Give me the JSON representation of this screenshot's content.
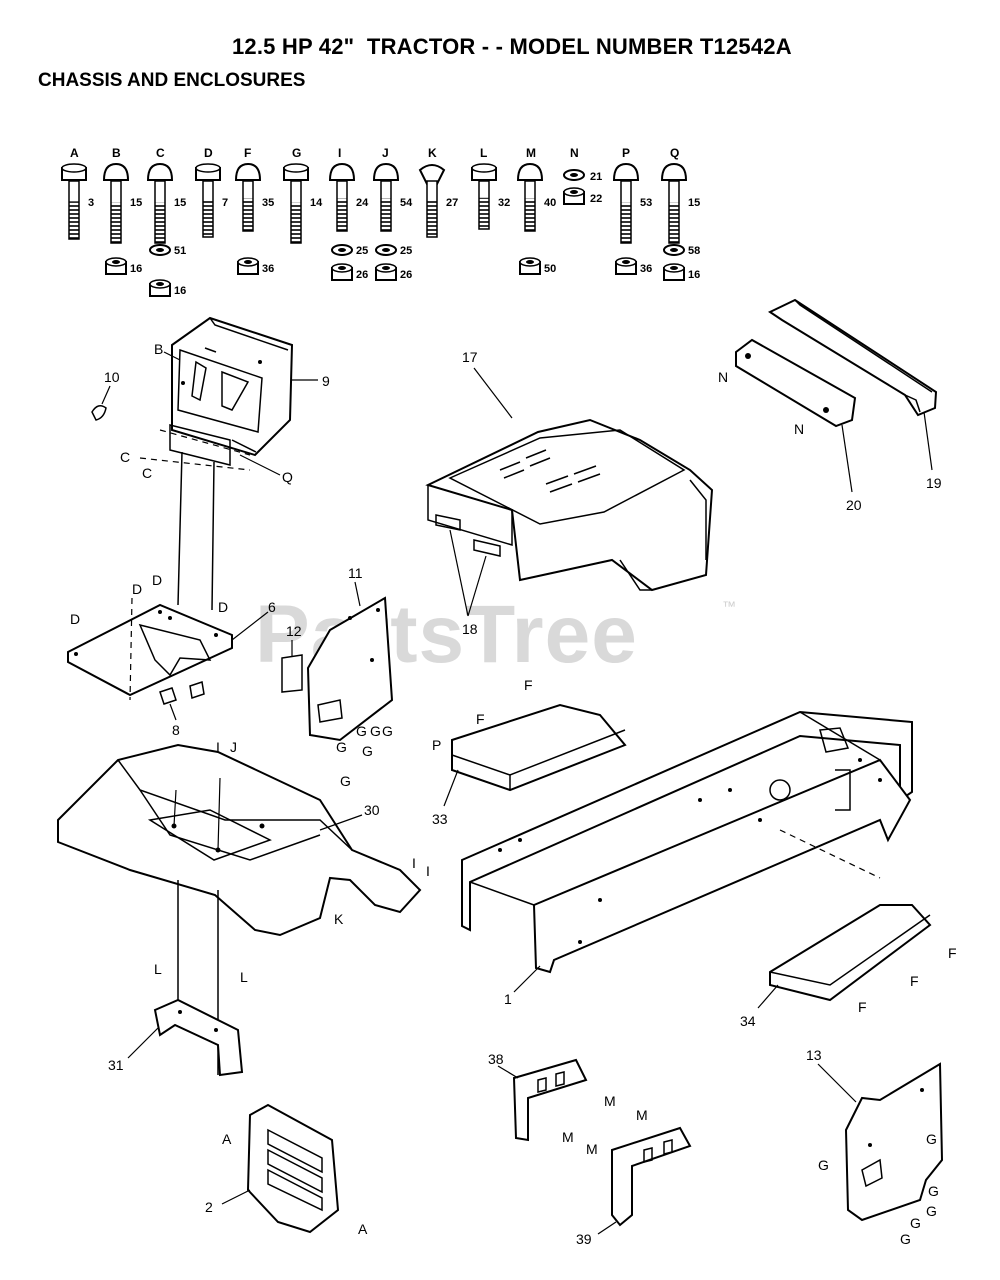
{
  "header": {
    "title": "12.5 HP 42\"  TRACTOR - - MODEL NUMBER T12542A",
    "subtitle": "CHASSIS AND ENCLOSURES"
  },
  "watermark": {
    "text": "PartsTree",
    "tm": "™"
  },
  "hardware": [
    {
      "letter": "A",
      "parts": [
        "3"
      ]
    },
    {
      "letter": "B",
      "parts": [
        "15",
        "16"
      ]
    },
    {
      "letter": "C",
      "parts": [
        "15",
        "51",
        "16"
      ]
    },
    {
      "letter": "D",
      "parts": [
        "7"
      ]
    },
    {
      "letter": "F",
      "parts": [
        "35",
        "36"
      ]
    },
    {
      "letter": "G",
      "parts": [
        "14"
      ]
    },
    {
      "letter": "I",
      "parts": [
        "24",
        "25",
        "26"
      ]
    },
    {
      "letter": "J",
      "parts": [
        "54",
        "25",
        "26"
      ]
    },
    {
      "letter": "K",
      "parts": [
        "27"
      ]
    },
    {
      "letter": "L",
      "parts": [
        "32"
      ]
    },
    {
      "letter": "M",
      "parts": [
        "40",
        "50"
      ]
    },
    {
      "letter": "N",
      "parts": [
        "21",
        "22"
      ]
    },
    {
      "letter": "P",
      "parts": [
        "53",
        "36"
      ]
    },
    {
      "letter": "Q",
      "parts": [
        "15",
        "58",
        "16"
      ]
    }
  ],
  "callouts": {
    "c1": "1",
    "c2": "2",
    "c6": "6",
    "c8": "8",
    "c9": "9",
    "c10": "10",
    "c11": "11",
    "c12": "12",
    "c13": "13",
    "c17": "17",
    "c18": "18",
    "c19": "19",
    "c20": "20",
    "c30": "30",
    "c31": "31",
    "c33": "33",
    "c34": "34",
    "c38": "38",
    "c39": "39"
  },
  "refs": {
    "A": "A",
    "B": "B",
    "C": "C",
    "D": "D",
    "F": "F",
    "G": "G",
    "I": "I",
    "J": "J",
    "K": "K",
    "L": "L",
    "M": "M",
    "N": "N",
    "P": "P",
    "Q": "Q"
  }
}
